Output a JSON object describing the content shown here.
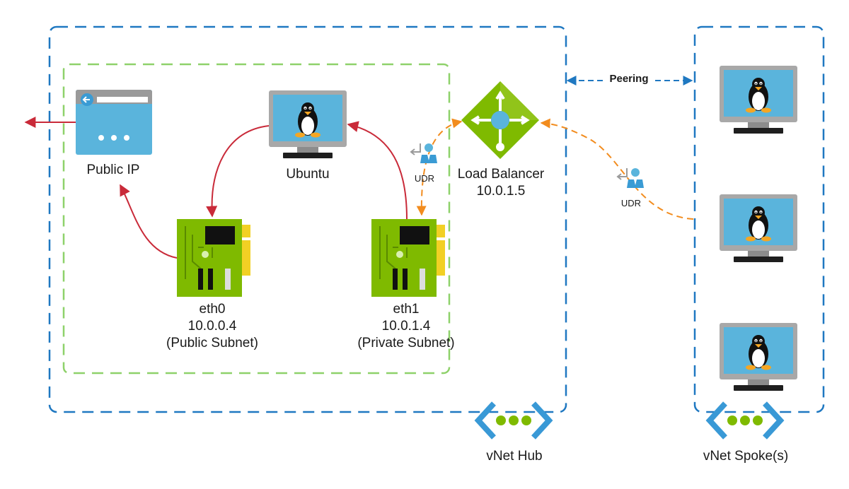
{
  "colors": {
    "vnet_border": "#1f78c1",
    "subnet_border": "#8ed16a",
    "red_arrow": "#c92a39",
    "orange_arrow": "#f28c1e",
    "peering_arrow": "#1f78c1",
    "nic_green": "#7fba00",
    "lb_green": "#7fba00",
    "monitor_screen": "#5ab4dc",
    "monitor_frame": "#a8a8a8",
    "vnet_icon_chevron": "#3999d6",
    "vnet_icon_dots": "#7fba00"
  },
  "icons": {
    "public_ip": "public-ip-icon",
    "ubuntu": "linux-vm-icon",
    "nic": "network-interface-icon",
    "load_balancer": "load-balancer-icon",
    "udr": "route-table-icon",
    "vnet": "virtual-network-icon"
  },
  "labels": {
    "public_ip": "Public IP",
    "ubuntu": "Ubuntu",
    "eth0": {
      "name": "eth0",
      "ip": "10.0.0.4",
      "subnet": "(Public Subnet)"
    },
    "eth1": {
      "name": "eth1",
      "ip": "10.0.1.4",
      "subnet": "(Private Subnet)"
    },
    "load_balancer": {
      "name": "Load Balancer",
      "ip": "10.0.1.5"
    },
    "udr_hub": "UDR",
    "udr_spoke": "UDR",
    "peering": "Peering",
    "vnet_hub": "vNet Hub",
    "vnet_spoke": "vNet Spoke(s)"
  }
}
